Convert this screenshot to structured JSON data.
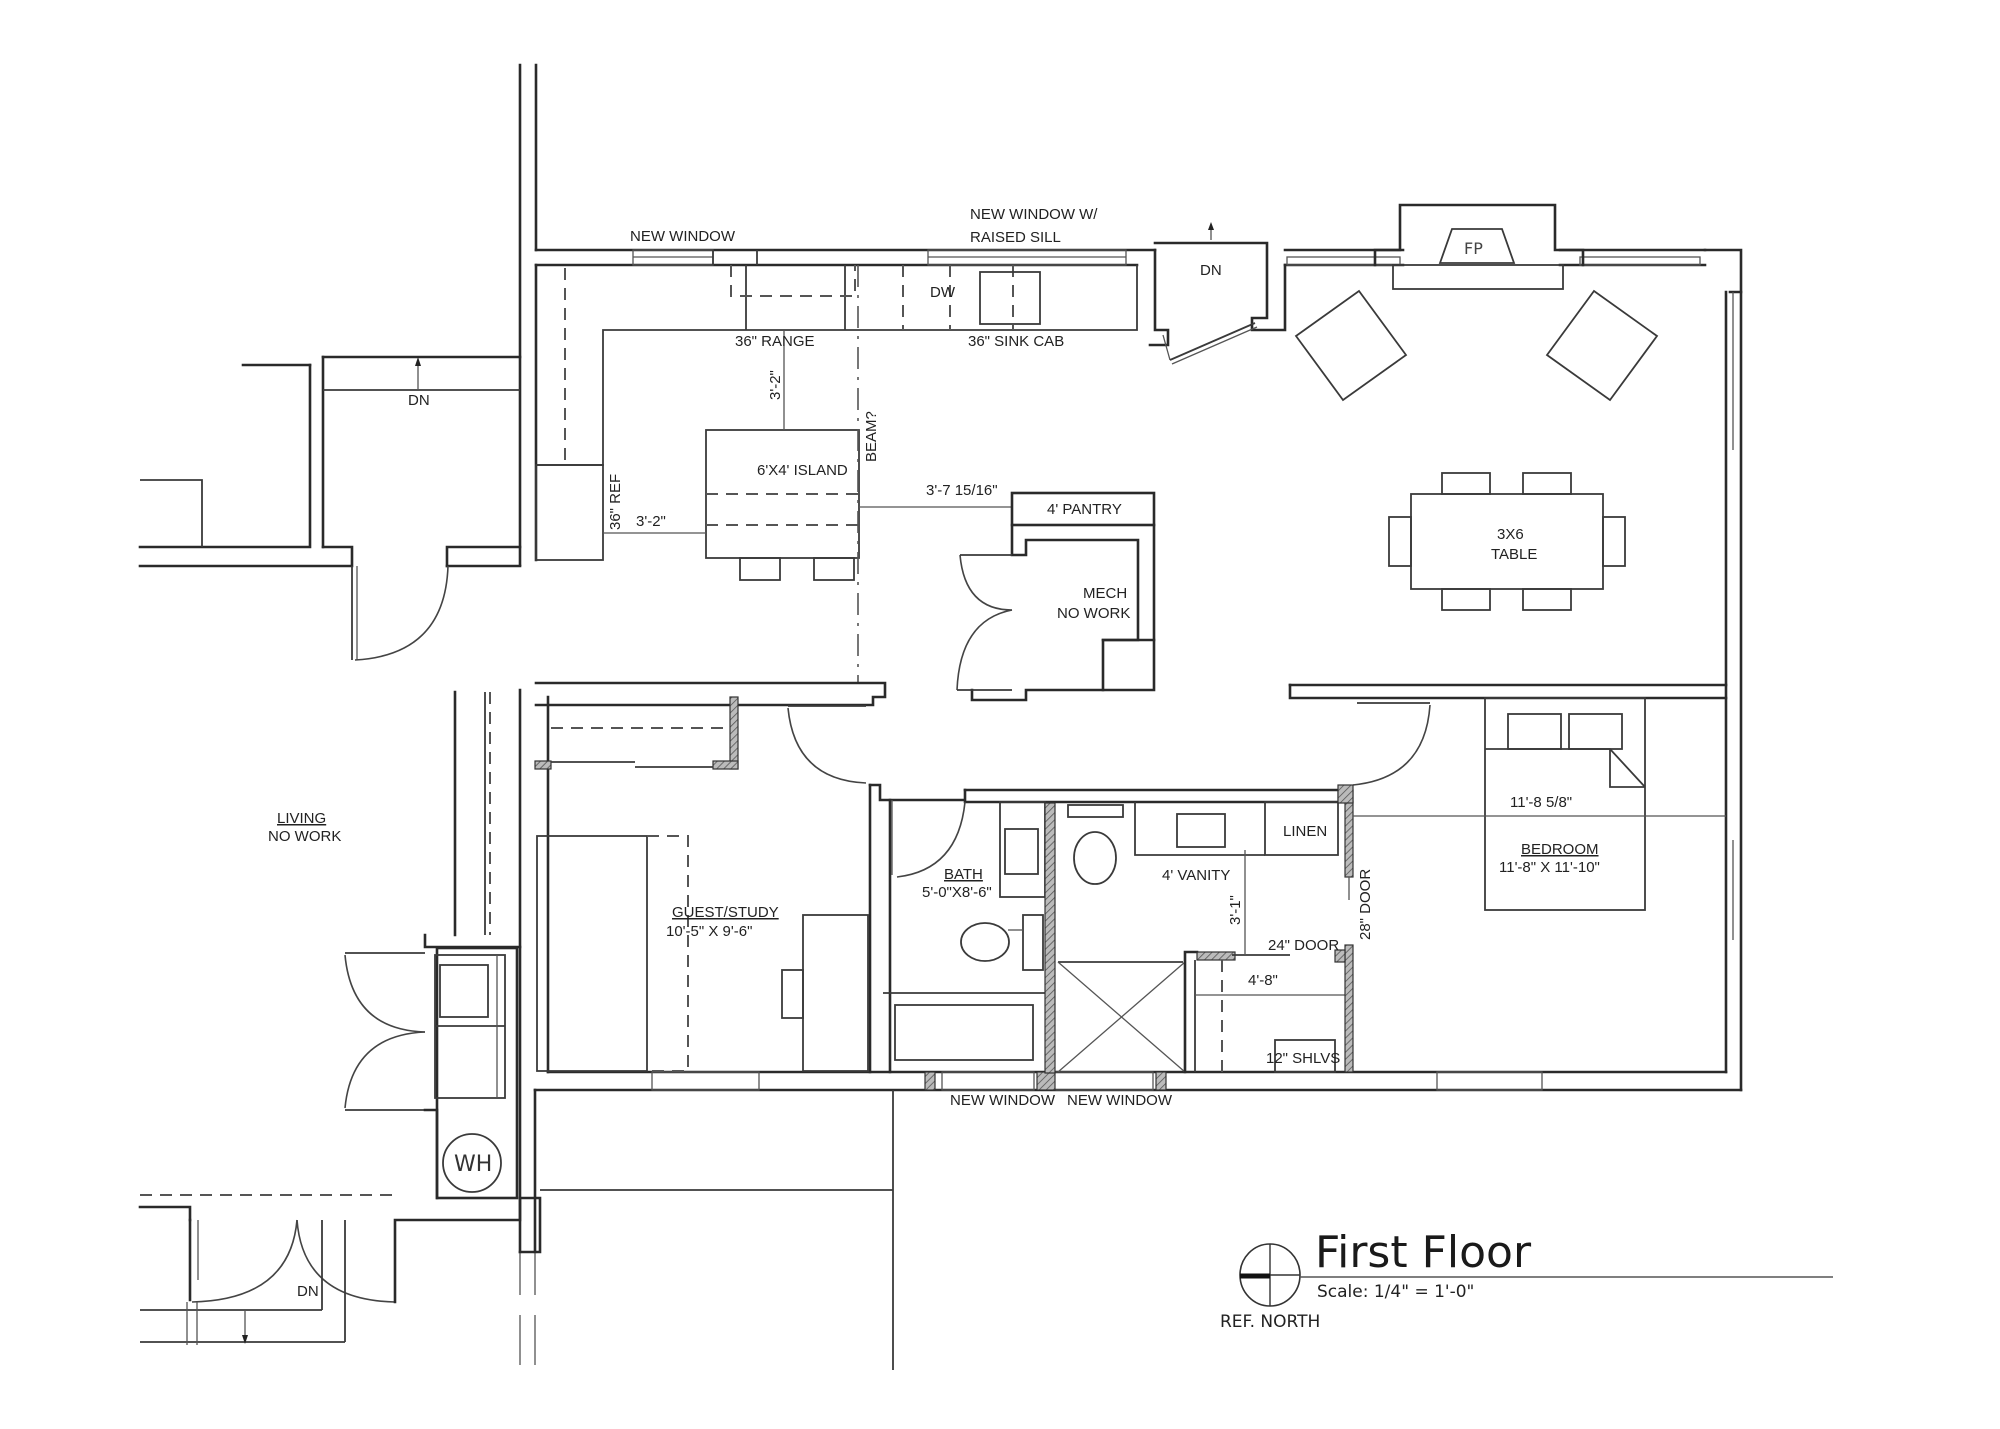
{
  "title_block": {
    "title": "First Floor",
    "scale": "Scale: 1/4\" = 1'-0\"",
    "north_label": "REF. NORTH"
  },
  "windows": {
    "kitchen_left": "NEW WINDOW",
    "kitchen_sink_line1": "NEW WINDOW W/",
    "kitchen_sink_line2": "RAISED SILL",
    "bath_left": "NEW WINDOW",
    "bath_right": "NEW WINDOW"
  },
  "kitchen": {
    "range": "36\" RANGE",
    "dishwasher": "DW",
    "sink": "36\" SINK CAB",
    "island": "6'X4' ISLAND",
    "beam": "BEAM?",
    "ref": "36\" REF",
    "dim_range_island": "3'-2\"",
    "dim_ref_island": "3'-2\"",
    "dim_island_pantry": "3'-7 15/16\"",
    "pantry": "4' PANTRY"
  },
  "stairs": {
    "top_dn": "DN",
    "left_dn": "DN",
    "bottom_dn": "DN"
  },
  "mech": {
    "line1": "MECH",
    "line2": "NO WORK"
  },
  "great_room": {
    "fireplace": "FP",
    "table_line1": "3X6",
    "table_line2": "TABLE"
  },
  "living": {
    "name": "LIVING",
    "note": "NO WORK"
  },
  "laundry": {
    "water_heater": "WH"
  },
  "guest_study": {
    "name": "GUEST/STUDY",
    "size": "10'-5\" X 9'-6\""
  },
  "bath": {
    "name": "BATH",
    "size": "5'-0\"X8'-6\""
  },
  "master_bath": {
    "vanity": "4' VANITY",
    "linen": "LINEN",
    "dim_vanity": "3'-1\"",
    "door_24": "24\" DOOR",
    "dim_closet": "4'-8\"",
    "shelves": "12\" SHLVS",
    "door_28": "28\" DOOR"
  },
  "bedroom": {
    "name": "BEDROOM",
    "size": "11'-8\" X 11'-10\"",
    "dim": "11'-8 5/8\""
  }
}
